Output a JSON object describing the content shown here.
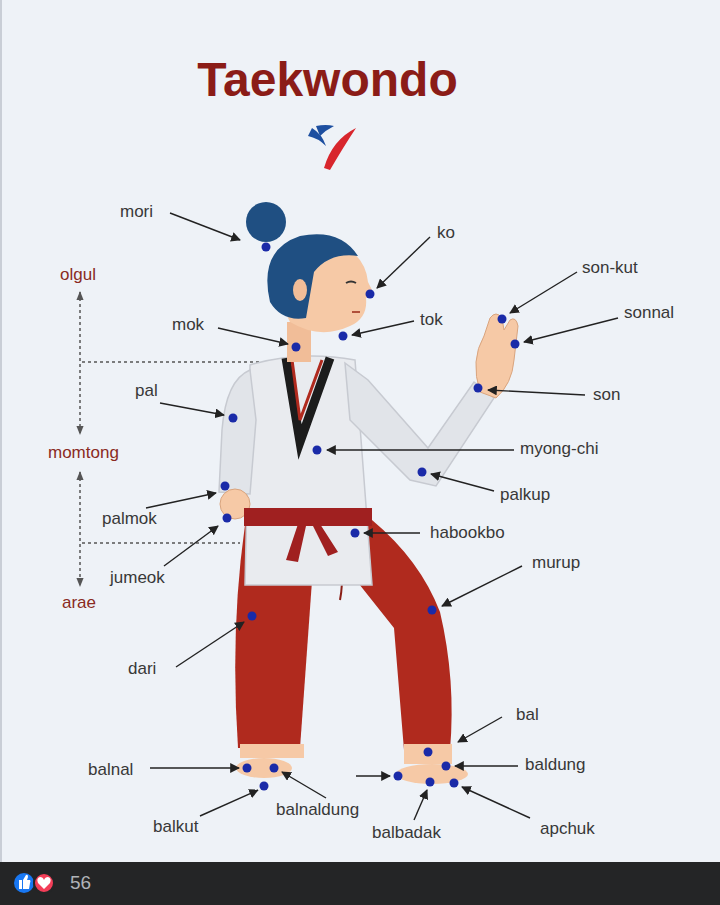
{
  "diagram": {
    "title": "Taekwondo",
    "labels": [
      "mori",
      "ko",
      "olgul",
      "son-kut",
      "sonnal",
      "mok",
      "tok",
      "pal",
      "son",
      "momtong",
      "myong-chi",
      "palkup",
      "palmok",
      "habookbo",
      "jumeok",
      "murup",
      "arae",
      "dari",
      "bal",
      "balnal",
      "baldung",
      "balnaldung",
      "balkut",
      "balbadak",
      "apchuk",
      "56"
    ]
  }
}
